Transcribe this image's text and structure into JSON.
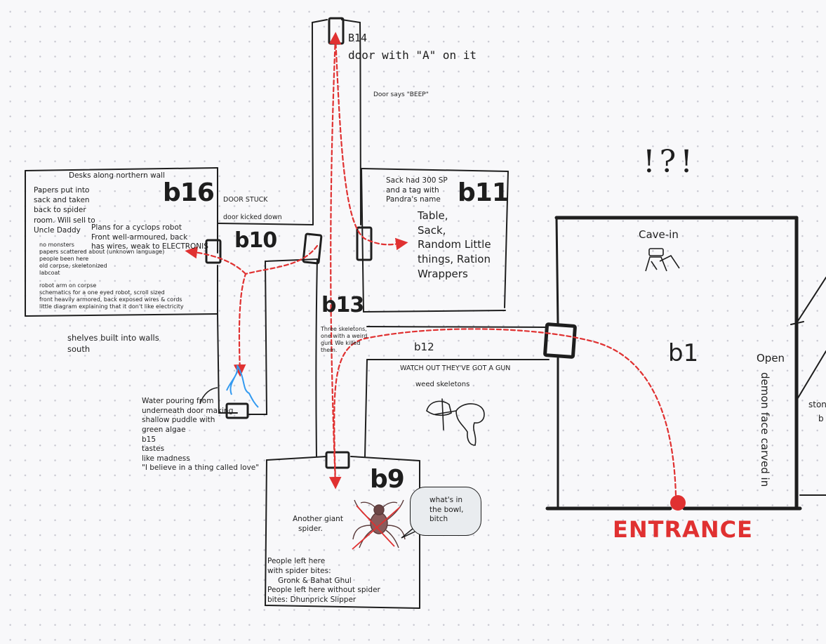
{
  "notes": {
    "b14_label": "B14",
    "b14_desc": "door with \"A\" on it",
    "door_beep": "Door says \"BEEP\"",
    "mark_top": "!?!",
    "b16_label": "b16",
    "b16_desks": "Desks along northern wall",
    "b16_papers": [
      "Papers put into",
      "sack and taken",
      "back to spider",
      "room. Will sell to",
      "Uncle Daddy"
    ],
    "b16_plans": [
      "Plans for a cyclops robot",
      "Front well-armoured, back",
      "has wires, weak to ELECTRONIS"
    ],
    "b16_small_a": [
      "no monsters",
      "papers scattered about (unknown language)",
      "people been here",
      "old corpse, skeletonized",
      "labcoat"
    ],
    "b16_small_b": [
      "robot arm on corpse",
      "schematics for a one eyed robot, scroll sized",
      "front heavily armored, back exposed wires & cords",
      "little diagram explaining that it don't like electricity"
    ],
    "b16_shelves": [
      "shelves built into walls",
      "south"
    ],
    "door_stuck": "DOOR STUCK",
    "door_kicked": "door kicked down",
    "b10_label": "b10",
    "b11_label": "b11",
    "b11_sack": [
      "Sack had 300 SP",
      "and a tag with",
      "Pandra's name"
    ],
    "b11_items": [
      "Table,",
      "Sack,",
      "Random Little",
      "things, Ration",
      "Wrappers"
    ],
    "b13_label": "b13",
    "b13_skeletons": [
      "Three skeletons,",
      "one with a weird",
      "gun. We killed",
      "them."
    ],
    "b12_label": "b12",
    "b12_gun": "WATCH OUT THEY'VE GOT A GUN",
    "b12_weed": "weed skeletons",
    "b15_text": [
      "Water pouring from",
      "underneath door making",
      "shallow puddle with",
      "green algae",
      "b15",
      "tastes",
      "like madness",
      "\"I believe in a thing called love\""
    ],
    "b9_label": "b9",
    "b9_spider": [
      "Another giant",
      "spider."
    ],
    "b9_bitten": [
      "People left here",
      "with spider bites:"
    ],
    "b9_names": "Gronk & Bahat Ghul",
    "b9_unbitten": [
      "People left here without spider",
      "bites: Dhunprick Slipper"
    ],
    "bubble": [
      "what's in",
      "the bowl,",
      "bitch"
    ],
    "b1_label": "b1",
    "cave_in": "Cave-in",
    "open": "Open",
    "demon": "demon face carved in",
    "stone": "ston",
    "stone2": "b",
    "entrance": "ENTRANCE"
  },
  "colors": {
    "ink": "#1e1e1e",
    "path_red": "#e03131",
    "water_blue": "#339af0",
    "background": "#f8f8fa"
  }
}
